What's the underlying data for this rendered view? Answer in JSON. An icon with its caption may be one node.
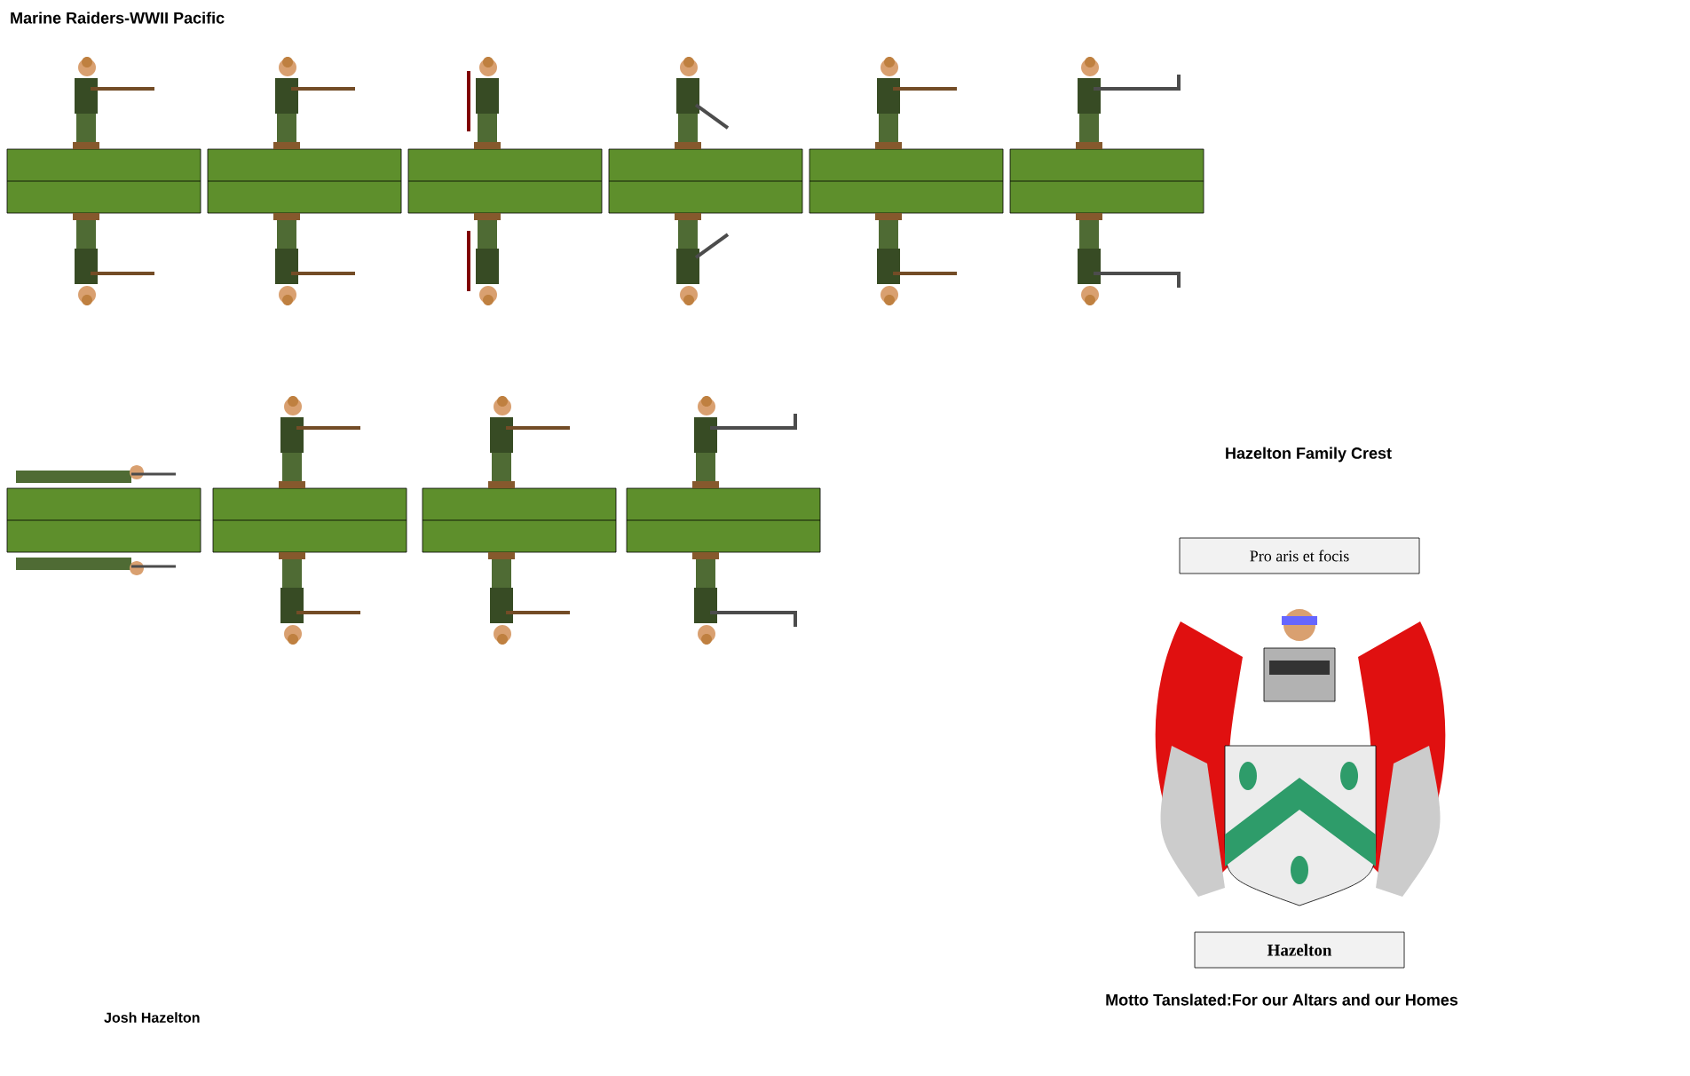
{
  "diagram": {
    "title": "Marine Raiders-WWII Pacific",
    "nodes": [
      {
        "text": [
          "Pro aris et focis"
        ]
      },
      {
        "text": [
          "Hazelton"
        ]
      }
    ],
    "labels": [
      "Hazelton Family Crest",
      "Josh Hazelton",
      "Motto Tanslated:For our Altars and our Homes"
    ]
  }
}
